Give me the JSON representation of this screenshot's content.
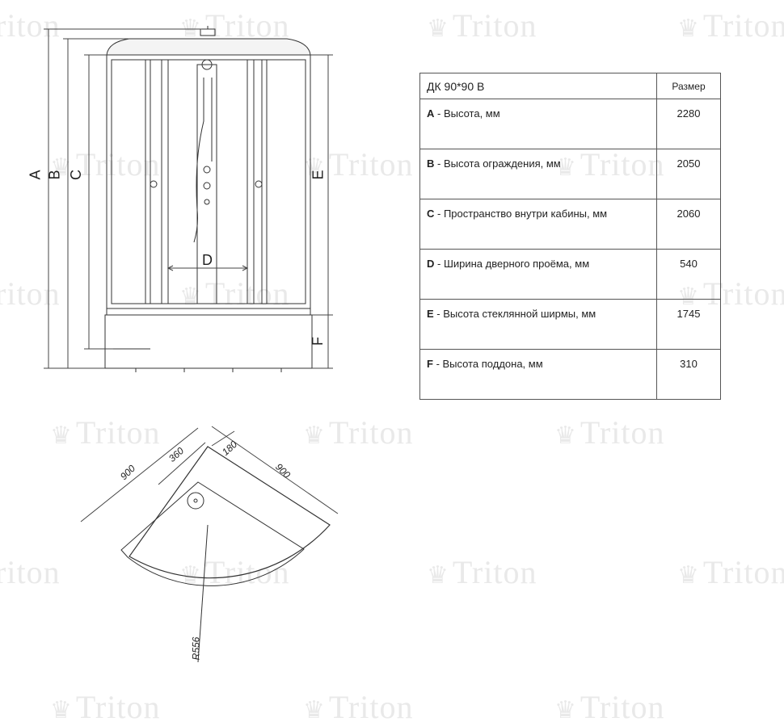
{
  "watermark": {
    "text": "Triton"
  },
  "table": {
    "header": {
      "model": "ДК 90*90 В",
      "size": "Размер"
    },
    "rows": [
      {
        "key": "A",
        "desc": " - Высота, мм",
        "value": "2280"
      },
      {
        "key": "B",
        "desc": " - Высота ограждения, мм",
        "value": "2050"
      },
      {
        "key": "C",
        "desc": " - Пространство внутри кабины, мм",
        "value": "2060"
      },
      {
        "key": "D",
        "desc": " - Ширина дверного проёма, мм",
        "value": "540"
      },
      {
        "key": "E",
        "desc": " - Высота стеклянной ширмы, мм",
        "value": "1745"
      },
      {
        "key": "F",
        "desc": " - Высота поддона, мм",
        "value": "310"
      }
    ]
  },
  "front_view": {
    "labels": {
      "a": "A",
      "b": "B",
      "c": "C",
      "d": "D",
      "e": "E",
      "f": "F"
    }
  },
  "top_view": {
    "width_left": "900",
    "width_right": "900",
    "offset_1": "360",
    "offset_2": "180",
    "radius": "R556"
  }
}
